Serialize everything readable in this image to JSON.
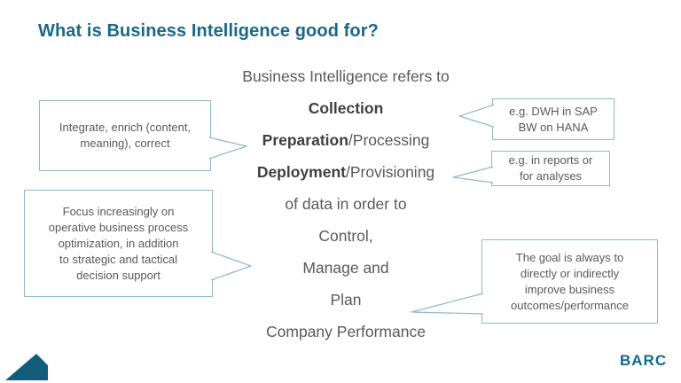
{
  "slide": {
    "title": "What is Business Intelligence good for?",
    "logo": "BARC"
  },
  "center": {
    "lines": [
      {
        "bold": "",
        "rest": "Business Intelligence refers to"
      },
      {
        "bold": "Collection",
        "rest": ""
      },
      {
        "bold": "Preparation",
        "rest": "/Processing"
      },
      {
        "bold": "Deployment",
        "rest": "/Provisioning"
      },
      {
        "bold": "",
        "rest": "of data in order to"
      },
      {
        "bold": "",
        "rest": "Control,"
      },
      {
        "bold": "",
        "rest": "Manage and"
      },
      {
        "bold": "",
        "rest": "Plan"
      },
      {
        "bold": "",
        "rest": "Company Performance"
      }
    ]
  },
  "callouts": {
    "integrate": {
      "lines": [
        "Integrate, enrich (content,",
        "meaning), correct"
      ]
    },
    "focus": {
      "lines": [
        "Focus increasingly on",
        "operative business process",
        "optimization, in addition",
        "to strategic and tactical",
        "decision support"
      ]
    },
    "dwh": {
      "lines": [
        "e.g. DWH in SAP",
        "BW on HANA"
      ]
    },
    "reports": {
      "lines": [
        "e.g. in reports or",
        "for analyses"
      ]
    },
    "goal": {
      "lines": [
        "The goal is always to",
        "directly or indirectly",
        "improve business",
        "outcomes/performance"
      ]
    }
  },
  "colors": {
    "accent": "#19688A",
    "body_text": "#595959",
    "bold_text": "#3F3F3F",
    "callout_border": "#8FB9CD",
    "shape": "#135C7B",
    "logo_color": "#0F6A8B"
  }
}
